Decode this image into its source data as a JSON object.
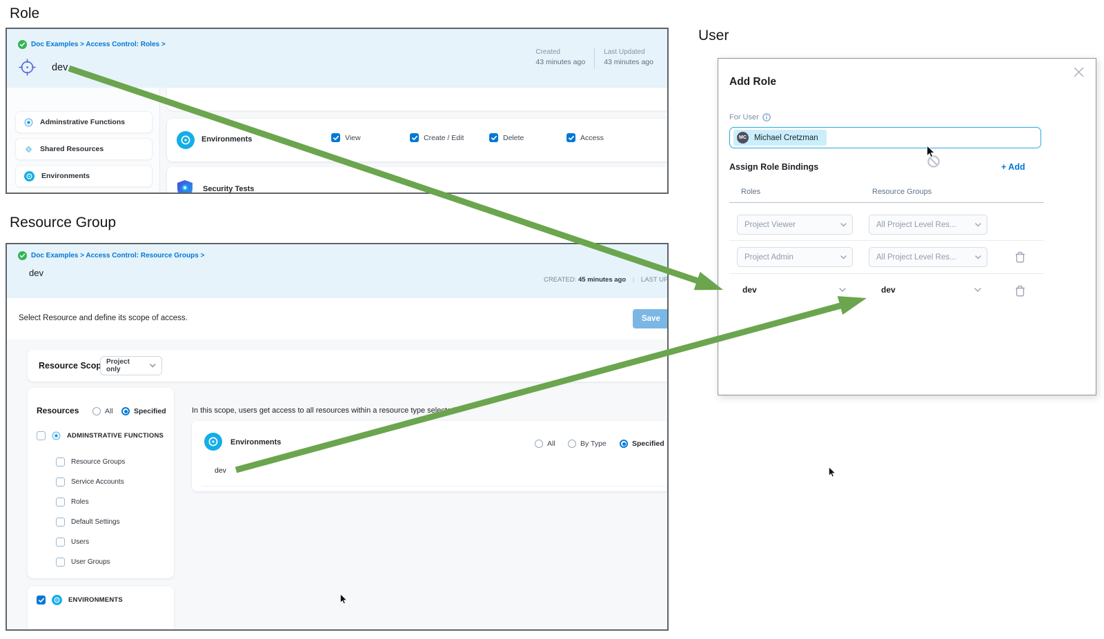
{
  "annotations": {
    "role": "Role",
    "resource_group": "Resource Group",
    "user": "User"
  },
  "role_panel": {
    "breadcrumb": "Doc Examples > Access Control: Roles >",
    "title": "dev",
    "created_label": "Created",
    "created_value": "43 minutes ago",
    "updated_label": "Last Updated",
    "updated_value": "43 minutes ago",
    "sidebar_items": [
      {
        "label": "Adminstrative Functions"
      },
      {
        "label": "Shared Resources"
      },
      {
        "label": "Environments"
      }
    ],
    "permissions_row": {
      "resource": "Environments",
      "permissions": [
        {
          "label": "View",
          "checked": true
        },
        {
          "label": "Create / Edit",
          "checked": true
        },
        {
          "label": "Delete",
          "checked": true
        },
        {
          "label": "Access",
          "checked": true
        }
      ]
    },
    "next_row": {
      "resource": "Security Tests"
    }
  },
  "resource_group_panel": {
    "breadcrumb": "Doc Examples > Access Control: Resource Groups >",
    "title": "dev",
    "created_label": "CREATED:",
    "created_value": "45 minutes ago",
    "updated_label": "LAST UPDATED:",
    "instruction": "Select Resource and define its scope of access.",
    "save_button": "Save",
    "resource_scope_label": "Resource Scope",
    "resource_scope_value": "Project only",
    "resources_label": "Resources",
    "radio_all": "All",
    "radio_specified": "Specified",
    "admin_group_label": "ADMINSTRATIVE FUNCTIONS",
    "admin_children": [
      {
        "label": "Resource Groups"
      },
      {
        "label": "Service Accounts"
      },
      {
        "label": "Roles"
      },
      {
        "label": "Default Settings"
      },
      {
        "label": "Users"
      },
      {
        "label": "User Groups"
      }
    ],
    "environments_group_label": "ENVIRONMENTS",
    "scope_hint": "In this scope, users get access to all resources within a resource type selected",
    "scope_resource": "Environments",
    "scope_radio_all": "All",
    "scope_radio_by_type": "By Type",
    "scope_radio_specified": "Specified",
    "scope_value": "dev"
  },
  "user_dialog": {
    "title": "Add Role",
    "for_user_label": "For User",
    "user_initials": "MC",
    "user_name": "Michael Cretzman",
    "assign_label": "Assign Role Bindings",
    "add_button": "+ Add",
    "roles_column": "Roles",
    "resource_groups_column": "Resource Groups",
    "bindings": [
      {
        "role": "Project Viewer",
        "resource_group": "All Project Level Res..."
      },
      {
        "role": "Project Admin",
        "resource_group": "All Project Level Res..."
      },
      {
        "role": "dev",
        "resource_group": "dev"
      }
    ]
  },
  "colors": {
    "accent_blue": "#0278d5",
    "arrow_green": "#6ba54e",
    "header_blue": "#e6f3fb"
  }
}
